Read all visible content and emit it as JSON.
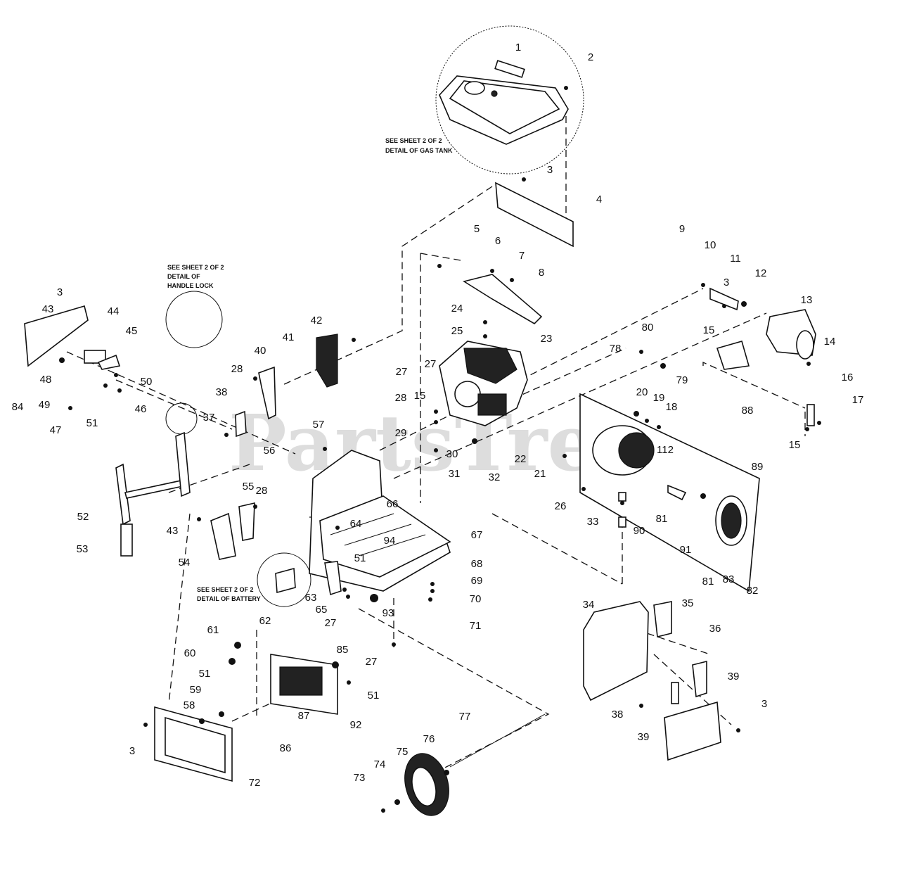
{
  "watermark": "PartsTree",
  "notes": {
    "gas_tank": [
      "SEE SHEET 2 OF 2",
      "DETAIL OF GAS TANK"
    ],
    "handle_lock": [
      "SEE SHEET 2 OF 2",
      "DETAIL OF",
      "HANDLE LOCK"
    ],
    "battery": [
      "SEE SHEET 2 OF 2",
      "DETAIL OF BATTERY"
    ]
  },
  "callouts": [
    "1",
    "2",
    "3",
    "4",
    "5",
    "6",
    "7",
    "8",
    "9",
    "10",
    "11",
    "12",
    "13",
    "14",
    "15",
    "15",
    "15",
    "16",
    "17",
    "18",
    "19",
    "20",
    "21",
    "22",
    "23",
    "24",
    "25",
    "26",
    "27",
    "27",
    "27",
    "27",
    "28",
    "28",
    "28",
    "29",
    "30",
    "31",
    "32",
    "33",
    "34",
    "35",
    "36",
    "37",
    "38",
    "38",
    "39",
    "39",
    "40",
    "41",
    "42",
    "43",
    "43",
    "44",
    "45",
    "46",
    "47",
    "48",
    "49",
    "50",
    "51",
    "51",
    "51",
    "51",
    "52",
    "53",
    "54",
    "55",
    "56",
    "57",
    "58",
    "59",
    "60",
    "61",
    "62",
    "63",
    "64",
    "65",
    "66",
    "67",
    "68",
    "69",
    "70",
    "71",
    "72",
    "73",
    "74",
    "75",
    "76",
    "77",
    "78",
    "79",
    "80",
    "81",
    "81",
    "82",
    "83",
    "84",
    "85",
    "86",
    "87",
    "88",
    "89",
    "90",
    "91",
    "92",
    "93",
    "94",
    "112",
    "3",
    "3",
    "3",
    "3"
  ]
}
